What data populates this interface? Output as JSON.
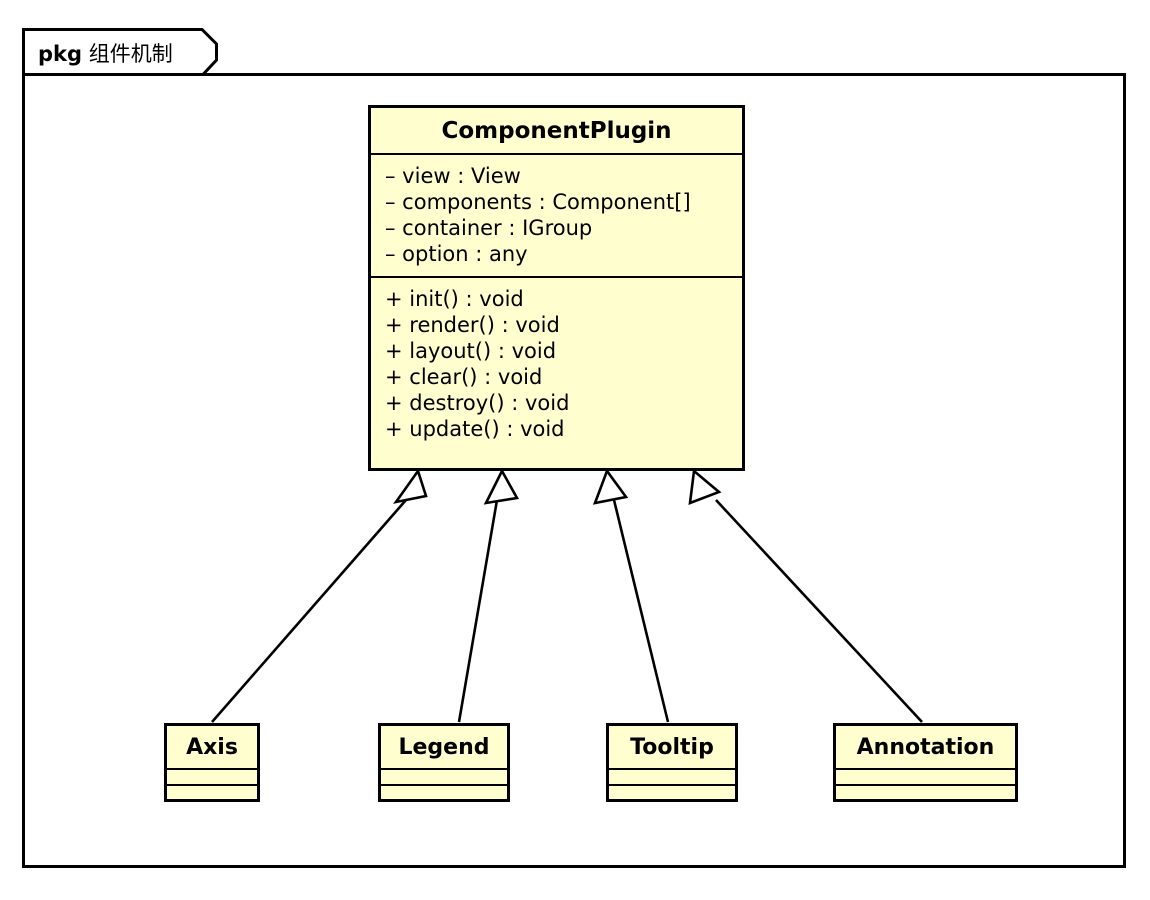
{
  "diagram": {
    "kind": "uml-class-diagram",
    "package": {
      "keyword": "pkg",
      "name": "组件机制"
    },
    "colors": {
      "class_fill": "#FEFECE",
      "line": "#000000",
      "background": "#FFFFFF"
    },
    "parent_class": {
      "name": "ComponentPlugin",
      "attributes": [
        "– view : View",
        "– components : Component[]",
        "– container : IGroup",
        "– option : any"
      ],
      "methods": [
        "+ init() : void",
        "+ render() : void",
        "+ layout() : void",
        "+ clear() : void",
        "+ destroy() : void",
        "+ update() : void"
      ]
    },
    "child_classes": [
      {
        "name": "Axis",
        "attributes": [],
        "methods": []
      },
      {
        "name": "Legend",
        "attributes": [],
        "methods": []
      },
      {
        "name": "Tooltip",
        "attributes": [],
        "methods": []
      },
      {
        "name": "Annotation",
        "attributes": [],
        "methods": []
      }
    ],
    "relationships": [
      {
        "type": "generalization",
        "from": "Axis",
        "to": "ComponentPlugin"
      },
      {
        "type": "generalization",
        "from": "Legend",
        "to": "ComponentPlugin"
      },
      {
        "type": "generalization",
        "from": "Tooltip",
        "to": "ComponentPlugin"
      },
      {
        "type": "generalization",
        "from": "Annotation",
        "to": "ComponentPlugin"
      }
    ]
  }
}
